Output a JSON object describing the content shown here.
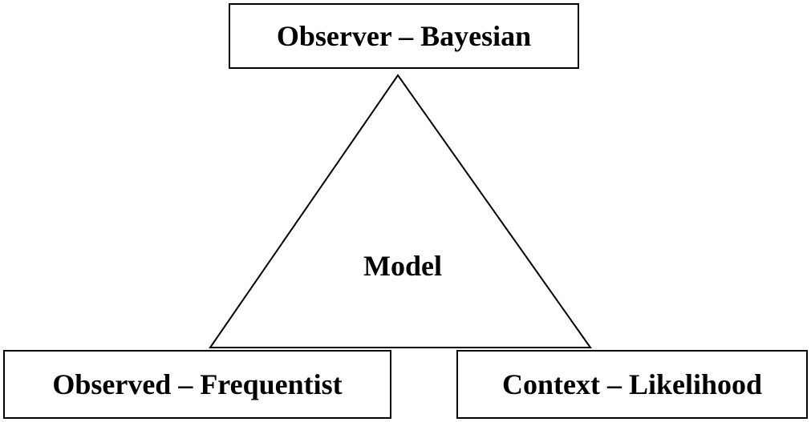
{
  "diagram": {
    "top_node": {
      "label": "Observer – Bayesian"
    },
    "left_node": {
      "label": "Observed – Frequentist"
    },
    "right_node": {
      "label": "Context – Likelihood"
    },
    "center": {
      "label": "Model"
    }
  },
  "colors": {
    "stroke": "#000000",
    "background": "#ffffff"
  }
}
